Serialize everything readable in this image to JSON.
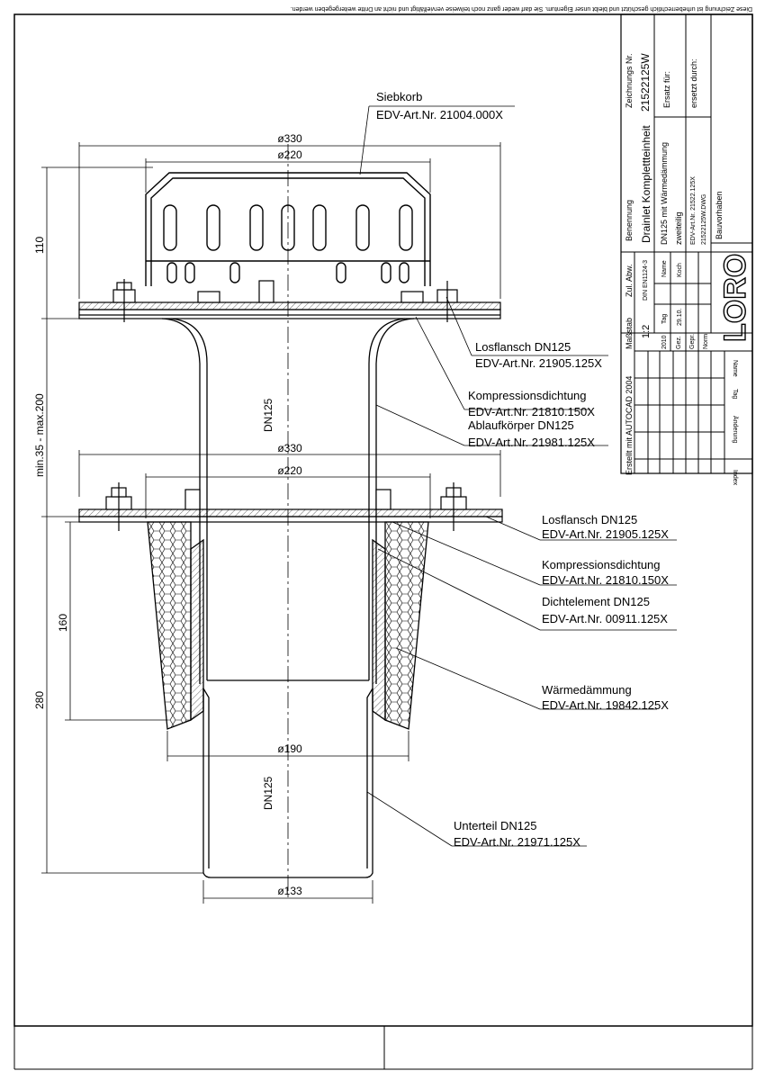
{
  "notice": "Diese Zeichnung ist urheberrechtlich geschützt und bleibt unser Eigentum. Sie darf weder ganz noch teilweise vervielfältigt und nicht an Dritte weitergegeben werden.",
  "title_block": {
    "zeichnungs_nr_label": "Zeichnungs Nr.",
    "zeichnungs_nr": "21522125W",
    "ersatz_label": "Ersatz für:",
    "ersetzt_label": "ersetzt durch:",
    "benennung_label": "Benennung",
    "benennung": "Drainlet Komplettteinheit",
    "desc_1": "DN125 mit Wärmedämmung",
    "desc_2": "zweiteilig",
    "desc_3": "EDV-Art.Nr. 21522.125X",
    "desc_4": "21522125W.DWG",
    "bauvorhaben_label": "Bauvorhaben",
    "zul_abw_label": "Zul. Abw.",
    "zul_abw": "DIN EN1124-3",
    "massstab_label": "Maßstab",
    "massstab": "1:2",
    "name_label": "Name",
    "name": "Koch",
    "tag_label": "Tag",
    "tag": "29.10.",
    "year": "2010",
    "gez_label": "Gez.",
    "gepr_label": "Gepr.",
    "norm_label": "Norm.",
    "logo": "LORO",
    "erstellt": "Erstellt mit AUTOCAD 2004",
    "index_label": "Index",
    "aenderung_label": "Änderung",
    "tag_col_label": "Tag",
    "name_col_label": "Name"
  },
  "callouts": [
    {
      "name": "Siebkorb",
      "art": "EDV-Art.Nr. 21004.000X"
    },
    {
      "name": "Losflansch DN125",
      "art": "EDV-Art.Nr. 21905.125X"
    },
    {
      "name": "Kompressionsdichtung",
      "art": "EDV-Art.Nr. 21810.150X"
    },
    {
      "name": "Ablaufkörper DN125",
      "art": "EDV-Art.Nr. 21981.125X"
    },
    {
      "name": "Losflansch DN125",
      "art": "EDV-Art.Nr. 21905.125X"
    },
    {
      "name": "Kompressionsdichtung",
      "art": "EDV-Art.Nr. 21810.150X"
    },
    {
      "name": "Dichtelement DN125",
      "art": "EDV-Art.Nr. 00911.125X"
    },
    {
      "name": "Wärmedämmung",
      "art": "EDV-Art.Nr. 19842.125X"
    },
    {
      "name": "Unterteil DN125",
      "art": "EDV-Art.Nr. 21971.125X"
    }
  ],
  "dimensions": {
    "top_outer": "ø330",
    "top_inner": "ø220",
    "mid_outer": "ø330",
    "mid_inner": "ø220",
    "pipe_lower": "ø190",
    "pipe_bottom": "ø133",
    "dn_upper": "DN125",
    "dn_lower": "DN125",
    "h_110": "110",
    "h_range": "min.35 - max.200",
    "h_160": "160",
    "h_280": "280"
  }
}
